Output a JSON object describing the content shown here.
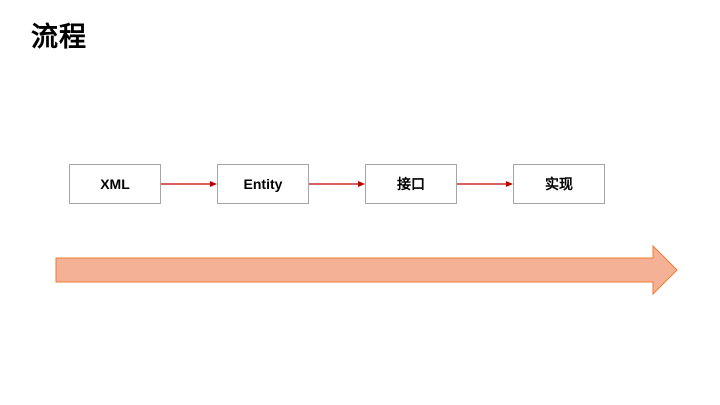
{
  "slide": {
    "title": "流程"
  },
  "flow": {
    "steps": [
      {
        "label": "XML"
      },
      {
        "label": "Entity"
      },
      {
        "label": "接口"
      },
      {
        "label": "实现"
      }
    ],
    "connector_color": "#c00000",
    "box_border_color": "#a6a6a6"
  },
  "timeline_arrow": {
    "fill_color": "#f4b196",
    "stroke_color": "#ed7d31"
  }
}
